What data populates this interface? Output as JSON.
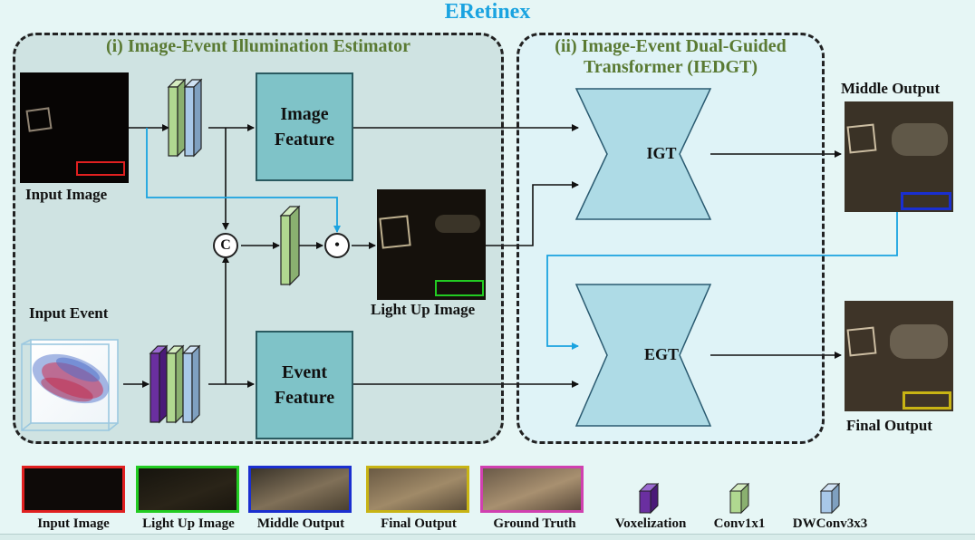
{
  "title": "ERetinex",
  "panel_left": {
    "title": "(i) Image-Event Illumination Estimator"
  },
  "panel_right": {
    "title_line1": "(ii) Image-Event Dual-Guided",
    "title_line2": "Transformer (IEDGT)"
  },
  "labels": {
    "input_image": "Input Image",
    "input_event": "Input Event",
    "light_up_image": "Light Up Image",
    "middle_output": "Middle Output",
    "final_output": "Final Output"
  },
  "blocks": {
    "image_feature_line1": "Image",
    "image_feature_line2": "Feature",
    "event_feature_line1": "Event",
    "event_feature_line2": "Feature",
    "igt": "IGT",
    "egt": "EGT",
    "concat_symbol": "C",
    "multiply_symbol": "•"
  },
  "legend": {
    "patches": [
      "Input Image",
      "Light Up Image",
      "Middle Output",
      "Final Output",
      "Ground Truth"
    ],
    "ops": [
      "Voxelization",
      "Conv1x1",
      "DWConv3x3"
    ]
  },
  "colors": {
    "title": "#1aa3e0",
    "panel_title": "#5a7a33",
    "arrow_blue": "#1aa3e0",
    "input_image_box": "#e02020",
    "light_up_box": "#22cc22",
    "middle_output_box": "#1a2fd0",
    "final_output_box": "#c8b414",
    "ground_truth_box": "#d040b0",
    "voxelization": "#6a2fa0",
    "conv1x1": "#b0d890",
    "dwconv3x3": "#a8c8e8"
  }
}
